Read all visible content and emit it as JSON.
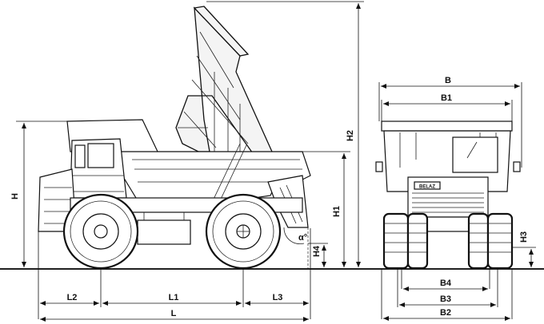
{
  "dimension_labels": {
    "H": "H",
    "H1": "H1",
    "H2": "H2",
    "H3": "H3",
    "H4": "H4",
    "L": "L",
    "L1": "L1",
    "L2": "L2",
    "L3": "L3",
    "B": "B",
    "B1": "B1",
    "B2": "B2",
    "B3": "B3",
    "B4": "B4",
    "angle": "α°"
  },
  "truck_badge": "BELAZ"
}
